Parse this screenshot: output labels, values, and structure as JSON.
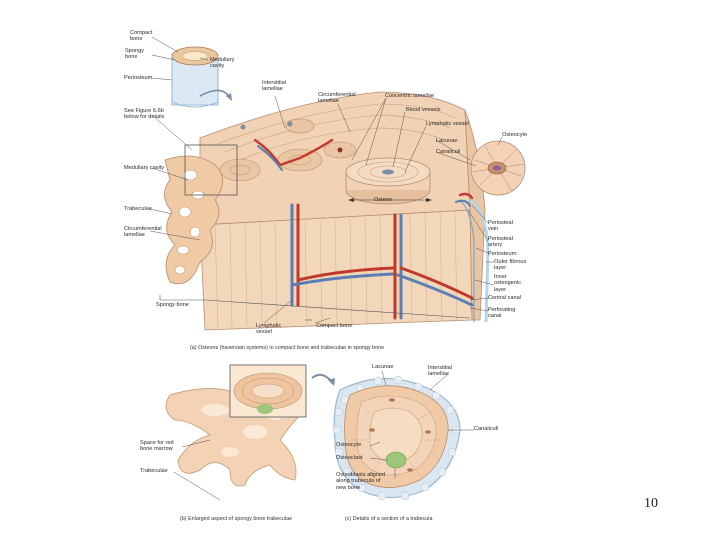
{
  "labels": {
    "compact_bone": "Compact\nbone",
    "spongy_bone": "Spongy\nbone",
    "periosteum": "Periosteum",
    "medullary_cavity": "Medullary\ncavity",
    "see_figure": "See Figure 6.6b\nbelow for details",
    "medullary_cavity_left": "Medullary cavity",
    "trabeculae": "Trabeculae",
    "circumferential_lamellae_left": "Circumferential\nlamellae",
    "spongy_bone_bottom": "Spongy bone",
    "interstitial_lamellae": "Interstitial\nlamellae",
    "circumferential_lamellae_top": "Circumferential\nlamellae",
    "concentric_lamellae": "Concentric lamellae",
    "blood_vessels": "Blood vessels",
    "lymphatic_vessel_top": "Lymphatic vessel",
    "lacunae_top": "Lacunae",
    "canaliculi_top": "Canaliculi",
    "osteocyte_top": "Osteocyte",
    "osteon": "Osteon",
    "periosteal_vein": "Periosteal\nvein",
    "periosteal_artery": "Periosteal\nartery",
    "periosteum_right": "Periosteum:",
    "outer_fibrous_layer": "Outer fibrous\nlayer",
    "inner_osteogenic_layer": "Inner\nosteogenic\nlayer",
    "central_canal": "Central canal",
    "perforating_canal": "Perforating\ncanal",
    "lymphatic_vessel_bottom": "Lymphatic\nvessel",
    "compact_bone_bottom": "Compact bone",
    "lacunae_bottom": "Lacunae",
    "interstitial_lamellae_bottom": "Interstitial\nlamellae",
    "canaliculi_bottom": "Canaliculi",
    "osteocyte_bottom": "Osteocyte",
    "osteoclast": "Osteoclast",
    "osteoblasts_aligned": "Osteoblasts aligned\nalong trabecula of\nnew bone",
    "space_red_marrow": "Space for red\nbone marrow",
    "trabeculae_bottom": "Trabeculae"
  },
  "captions": {
    "a": "(a) Osteons (haversian systems) in compact bone and trabeculae in spongy bone",
    "b": "(b) Enlarged aspect of spongy bone trabeculae",
    "c": "(c) Details of a section of a trabecula"
  },
  "page_number": "10",
  "colors": {
    "bone": "#efcfb0",
    "bone_dark": "#d9ab86",
    "bone_line": "#b98d6e",
    "artery": "#c0392b",
    "vein": "#5b7fb4",
    "nerve_green": "#9cc67a",
    "periosteum_blue": "#b8d4e8"
  }
}
